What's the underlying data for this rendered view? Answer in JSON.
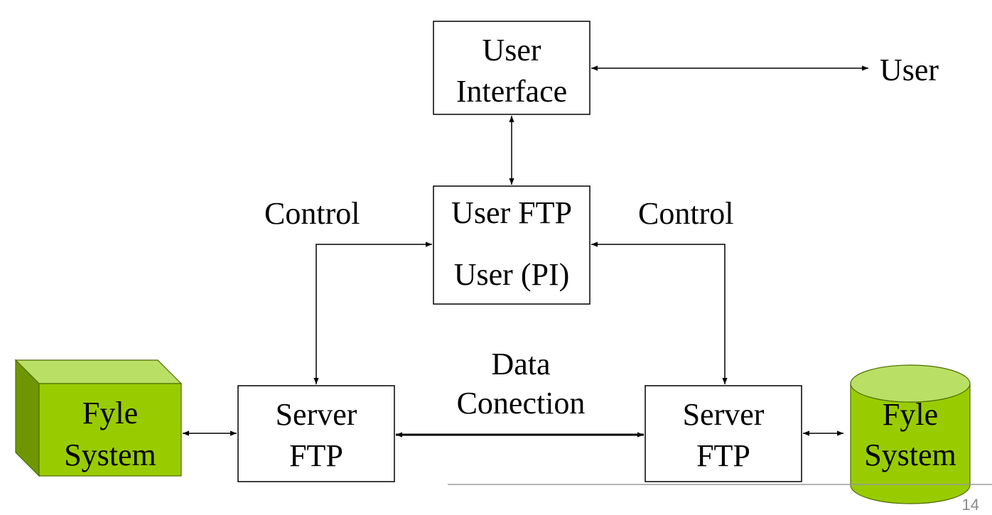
{
  "nodes": {
    "user_interface": {
      "line1": "User",
      "line2": "Interface"
    },
    "user_external": {
      "label": "User"
    },
    "user_ftp": {
      "line1": "User FTP",
      "line2": "User (PI)"
    },
    "server_ftp_left": {
      "line1": "Server",
      "line2": "FTP"
    },
    "server_ftp_right": {
      "line1": "Server",
      "line2": "FTP"
    },
    "file_system_left": {
      "line1": "Fyle",
      "line2": "System"
    },
    "file_system_right": {
      "line1": "Fyle",
      "line2": "System"
    }
  },
  "labels": {
    "control_left": "Control",
    "control_right": "Control",
    "data_line1": "Data",
    "data_line2": "Conection"
  },
  "footer": {
    "slide_number": "14"
  },
  "colors": {
    "storage_fill": "#99cc00",
    "storage_top": "#b9e064",
    "storage_side": "#6f9600",
    "storage_stroke": "#4f6b00",
    "line": "#000000",
    "footer_line": "#9a9a9a"
  }
}
